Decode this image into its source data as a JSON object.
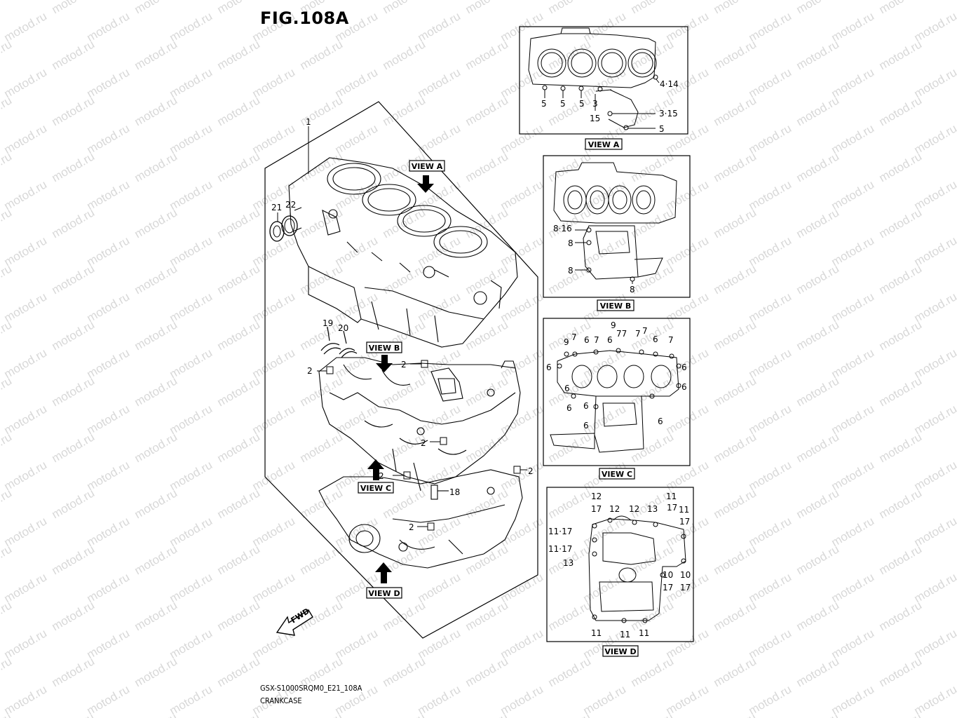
{
  "figure": {
    "title": "FIG.108A",
    "model_code": "GSX-S1000SRQM0_E21_108A",
    "part_group": "CRANKCASE"
  },
  "watermark": "motod.ru",
  "main_assembly": {
    "ref": "1",
    "callouts": [
      "21",
      "22",
      "19",
      "20",
      "2",
      "2",
      "2",
      "2",
      "2",
      "2",
      "18"
    ],
    "view_tags": [
      "VIEW A",
      "VIEW B",
      "VIEW C",
      "VIEW D"
    ],
    "fwd_label": "FWD"
  },
  "view_a": {
    "caption": "VIEW A",
    "labels": [
      "4·14",
      "5",
      "5",
      "5",
      "3",
      "15",
      "3·15",
      "5"
    ]
  },
  "view_b": {
    "caption": "VIEW B",
    "labels": [
      "8·16",
      "8",
      "8",
      "8"
    ]
  },
  "view_c": {
    "caption": "VIEW C",
    "labels": [
      "9",
      "7",
      "9",
      "6",
      "7",
      "6",
      "77",
      "7",
      "7",
      "6",
      "7",
      "6",
      "6",
      "6",
      "6",
      "6",
      "6",
      "6",
      "6"
    ]
  },
  "view_d": {
    "caption": "VIEW D",
    "labels": [
      "12",
      "11",
      "17",
      "12",
      "12",
      "13",
      "17",
      "11",
      "17",
      "11·17",
      "11·17",
      "13",
      "10",
      "17",
      "10",
      "17",
      "11",
      "11",
      "11"
    ]
  },
  "colors": {
    "line": "#000000",
    "watermark": "#d8d8d8",
    "background": "#ffffff"
  }
}
